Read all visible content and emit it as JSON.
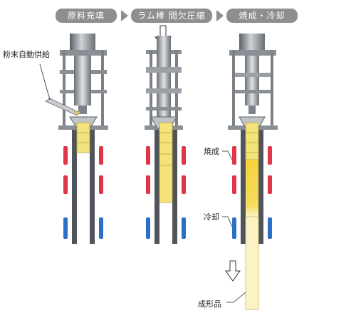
{
  "steps": [
    {
      "label": "原料充填"
    },
    {
      "label": "ラム棒 間欠圧縮"
    },
    {
      "label": "焼成・冷却"
    }
  ],
  "annotations": {
    "powder_feed": "粉末自動供給",
    "sintering": "焼成",
    "cooling": "冷却",
    "product": "成形品"
  },
  "colors": {
    "heater": "#e03546",
    "cooler": "#2a6fc8",
    "powder": "#f4e27a",
    "powder_edge": "#b5a642",
    "steel_dark": "#4e5258",
    "steel_light": "#b7bcc2",
    "frame": "#8a8f95",
    "badge": "#8e8e8e"
  }
}
